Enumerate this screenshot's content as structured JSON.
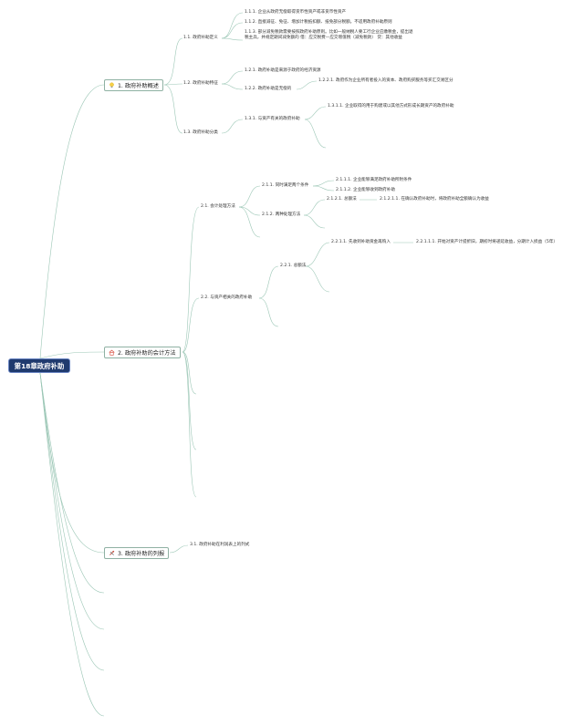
{
  "root": "第18章政府补助",
  "branches": {
    "b1": {
      "label": "1. 政府补助概述",
      "icon": "lightbulb-icon"
    },
    "b2": {
      "label": "2. 政府补助的会计方法",
      "icon": "house-icon"
    },
    "b3": {
      "label": "3. 政府补助的列报",
      "icon": "tools-icon"
    }
  },
  "nodes": {
    "n1_1": "1.1. 政府补助定义",
    "n1_1_1": "1.1.1. 企业从政府无偿取得货币性资产或非货币性资产",
    "n1_1_2": "1.1.2. 直接减征、免征、增加计税抵扣额、抵免部分税额，不适用政府补助原则",
    "n1_1_3": "1.1.3. 部分减免税款需要按照政府补助原则。比如一般纳税人要工行企业应缴税金，提出退税主兵，并规定期间减免额的 借：应交税费—应交增值税（减免税款） 贷：其他收益",
    "n1_2": "1.2. 政府补助特征",
    "n1_2_1": "1.2.1. 政府补助是来源于政府的经济资源",
    "n1_2_2": "1.2.2. 政府补助是无偿的",
    "n1_2_2_1": "1.2.2.1. 政府作为企业所有者投入的资本、政府购买服务等买汇交易区分",
    "n1_3": "1.3. 政府补助分类",
    "n1_3_1": "1.3.1. 与资产有关的政府补助",
    "n1_3_1_1": "1.3.1.1. 企业取得的用于购建或以其他方式形成长期资产的政府补助",
    "n2_1": "2.1. 会计处理方法",
    "n2_1_1": "2.1.1. 同时满足两个条件",
    "n2_1_1_1": "2.1.1.1. 企业能够满足政府补助所附条件",
    "n2_1_1_2": "2.1.1.2. 企业能够收到政府补助",
    "n2_1_2": "2.1.2. 两种处理方法",
    "n2_1_2_1": "2.1.2.1. 总额法",
    "n2_1_2_1_1": "2.1.2.1.1. 在确认政府补助时，将政府补助全额确认为收益",
    "n2_2": "2.2. 与资产相关的政府补助",
    "n2_2_1": "2.2.1. 总额法",
    "n2_2_1_1": "2.2.1.1. 先收到补助资金再购入",
    "n2_2_1_1_1": "2.2.1.1.1. 开始对资产计提折旧，期初时将递延收益，分期计入损益（5年）",
    "n3_1": "3.1. 政府补助在利润表上的列式"
  }
}
